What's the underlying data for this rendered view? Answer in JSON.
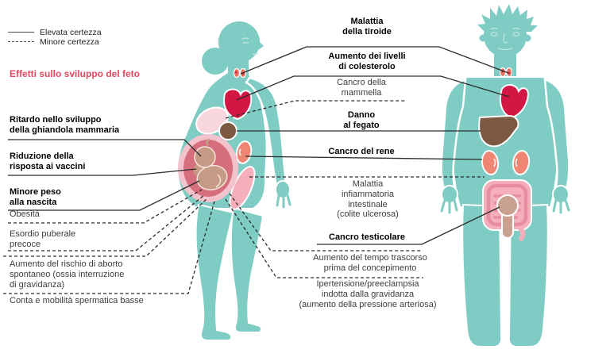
{
  "legend": {
    "items": [
      {
        "label": "Elevata certezza",
        "style": "solid"
      },
      {
        "label": "Minore certezza",
        "style": "dashed"
      }
    ]
  },
  "heading": {
    "text": "Effetti sullo sviluppo del feto"
  },
  "left_labels": [
    {
      "text": "Ritardo nello sviluppo\ndella ghiandola mammaria",
      "bold": true,
      "certainty": "elevata"
    },
    {
      "text": "Riduzione della\nrisposta ai vaccini",
      "bold": true,
      "certainty": "elevata"
    },
    {
      "text": "Minore peso\nalla nascita",
      "bold": true,
      "certainty": "elevata"
    },
    {
      "text": "Obesità",
      "bold": false,
      "certainty": "minore"
    },
    {
      "text": "Esordio puberale\nprecoce",
      "bold": false,
      "certainty": "minore"
    },
    {
      "text": "Aumento del rischio di aborto\nspontaneo (ossia interruzione\ndi gravidanza)",
      "bold": false,
      "certainty": "minore"
    },
    {
      "text": "Conta e mobilità spermatica basse",
      "bold": false,
      "certainty": "minore"
    }
  ],
  "center_labels": [
    {
      "text": "Malattia\ndella tiroide",
      "bold": true,
      "certainty": "elevata"
    },
    {
      "text": "Aumento dei livelli\ndi colesterolo",
      "bold": true,
      "certainty": "elevata"
    },
    {
      "text": "Cancro della\nmammella",
      "bold": false,
      "certainty": "minore"
    },
    {
      "text": "Danno\nal fegato",
      "bold": true,
      "certainty": "elevata"
    },
    {
      "text": "Cancro del rene",
      "bold": true,
      "certainty": "elevata"
    },
    {
      "text": "Malattia\ninfiammatoria\nintestinale\n(colite ulcerosa)",
      "bold": false,
      "certainty": "minore"
    },
    {
      "text": "Cancro testicolare",
      "bold": true,
      "certainty": "elevata"
    },
    {
      "text": "Aumento del tempo trascorso\nprima del concepimento",
      "bold": false,
      "certainty": "minore"
    },
    {
      "text": "Ipertensione/preeclampsia\nindotta dalla gravidanza\n(aumento della pressione arteriosa)",
      "bold": false,
      "certainty": "minore"
    }
  ],
  "icons": {
    "female_figure": "pregnant-woman-silhouette",
    "male_figure": "man-silhouette",
    "female_organs": [
      "thyroid-icon",
      "heart-icon",
      "breast-icon",
      "liver-icon",
      "kidney-icon",
      "intestine-icon",
      "uterus-fetus-icon"
    ],
    "male_organs": [
      "thyroid-icon",
      "heart-icon",
      "liver-icon",
      "kidneys-icon",
      "intestine-icon",
      "testicle-icon"
    ]
  },
  "colors": {
    "body_teal": "#7eccc3",
    "heading_red": "#e5485f",
    "line": "#2b2b2b",
    "heart_red": "#d21744",
    "liver_brown": "#7d5941",
    "kidney_salmon": "#ef8674",
    "intestine_pink": "#f4afba",
    "breast_pink": "#f8d8de",
    "uterus_rose": "#d66e7d",
    "uterus_ring_pink": "#f2c3cd",
    "fetus_tan": "#c69b85",
    "genital_tan": "#c9a190"
  }
}
